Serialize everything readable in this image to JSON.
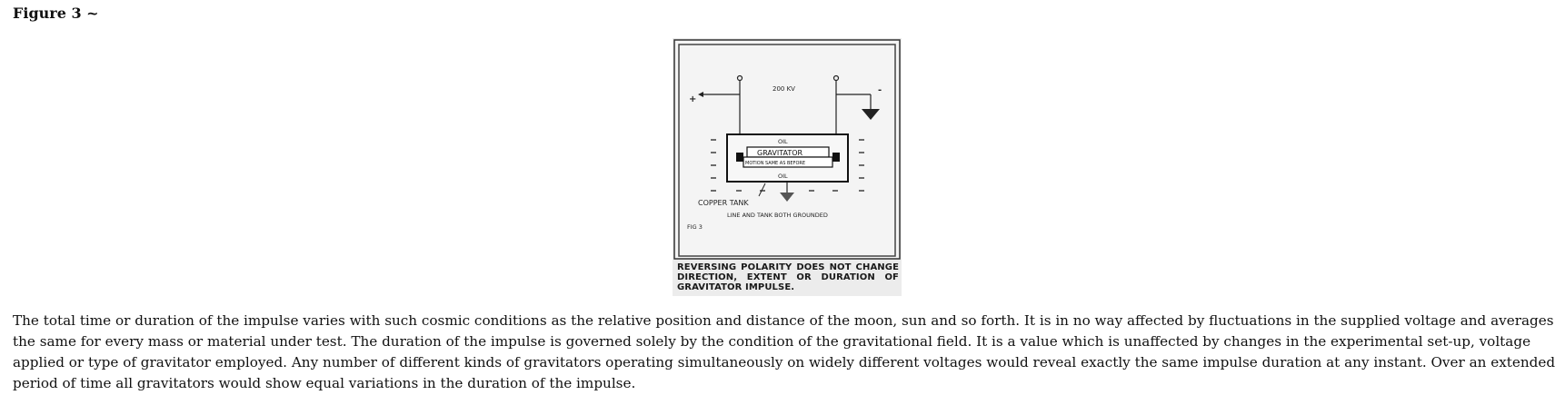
{
  "figure": {
    "heading": "Figure 3 ~",
    "diagram_labels": {
      "voltage": "200 KV",
      "oil_top": "OIL",
      "gravitator": "GRAVITATOR",
      "motion": "MOTION SAME AS BEFORE",
      "oil_bottom": "OIL",
      "copper_tank": "COPPER TANK",
      "grounded": "LINE AND TANK BOTH GROUNDED",
      "fig_label": "FIG 3",
      "plus_sign": "+",
      "minus_sign": "-"
    },
    "caption": "REVERSING POLARITY DOES NOT CHANGE DIRECTION, EXTENT OR DURATION OF GRAVITATOR IMPULSE."
  },
  "paragraph": "The total time or duration of the impulse varies with such cosmic conditions as the relative position and distance of the moon, sun and so forth. It is in no way affected by fluctuations in the supplied voltage and averages the same for every mass or material under test. The duration of the impulse is governed solely by the condition of the gravitational field. It is a value which is unaffected by changes in the experimental set-up, voltage applied or type of gravitator employed. Any number of different kinds of gravitators operating simultaneously on widely different voltages would reveal exactly the same impulse duration at any instant. Over an extended period of time all gravitators would show equal variations in the duration of the impulse."
}
